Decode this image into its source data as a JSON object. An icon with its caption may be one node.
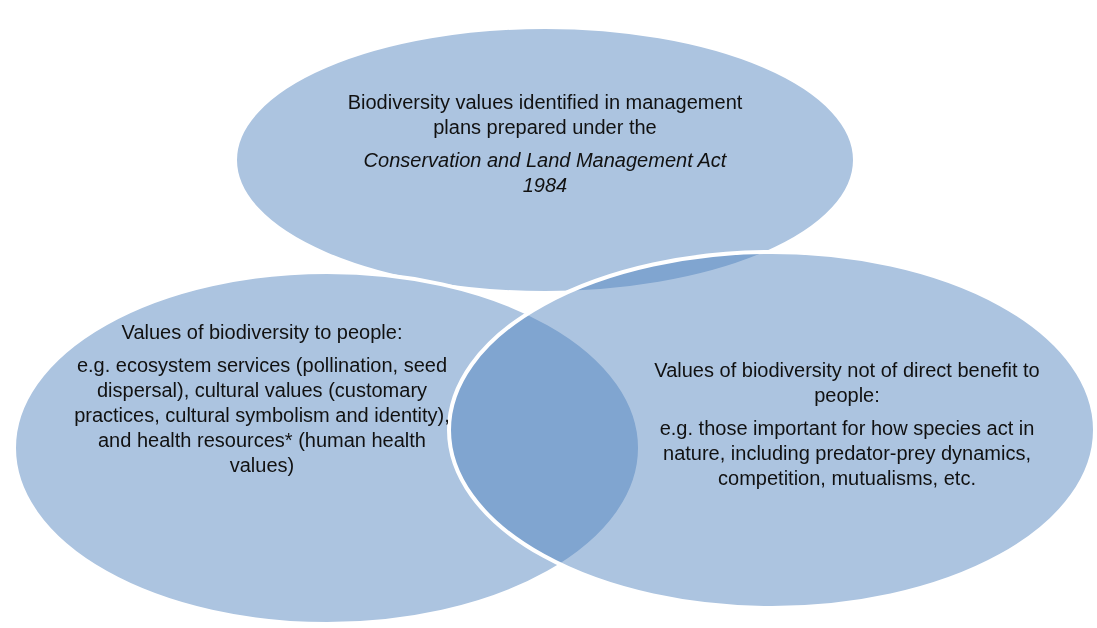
{
  "diagram": {
    "nodes": [
      {
        "text": [
          "Biodiversity values identified in management plans prepared under the",
          "Conservation and Land Management Act 1984"
        ]
      },
      {
        "text": [
          "Values of biodiversity to people:",
          "e.g. ecosystem services (pollination, seed dispersal), cultural values (customary practices, cultural symbolism and identity), and health resources* (human health values)"
        ]
      },
      {
        "text": [
          "Values of biodiversity not of direct benefit to people:",
          "e.g. those important for how species act in nature, including predator-prey dynamics, competition, mutualisms, etc."
        ]
      }
    ]
  }
}
